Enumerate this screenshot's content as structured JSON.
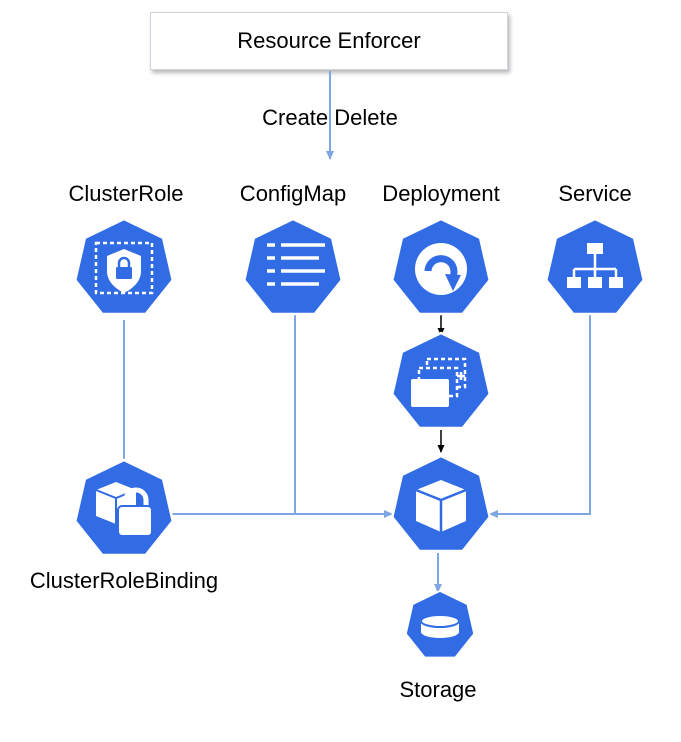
{
  "enforcer": {
    "title": "Resource Enforcer"
  },
  "edge_label": "Create Delete",
  "labels": {
    "clusterrole": "ClusterRole",
    "configmap": "ConfigMap",
    "deployment": "Deployment",
    "service": "Service",
    "clusterrolebinding": "ClusterRoleBinding",
    "storage": "Storage"
  },
  "colors": {
    "k8s_blue": "#326ce5",
    "connector": "#7ea6e0",
    "arrow_dark": "#000000"
  },
  "icons": [
    "shield-lock-icon",
    "list-icon",
    "refresh-icon",
    "replicaset-icon",
    "service-tree-icon",
    "cube-lock-icon",
    "cube-icon",
    "disk-icon"
  ]
}
